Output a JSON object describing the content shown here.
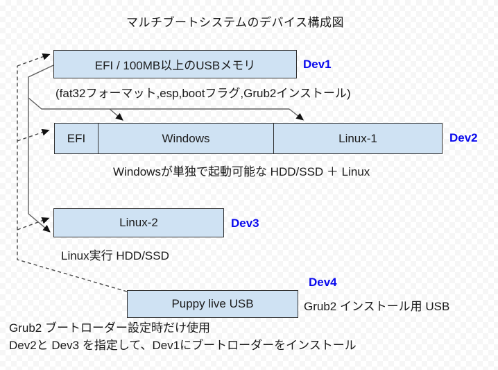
{
  "title": "マルチブートシステムのデバイス構成図",
  "colors": {
    "box_fill": "#cfe2f3",
    "box_border": "#2f2f2f",
    "device_label_blue": "#0909ee",
    "solid_connector": "#606060",
    "dashed_connector": "#474747",
    "background_checker": "#f6f6f6"
  },
  "devices": {
    "dev1": {
      "label": "Dev1",
      "partitions": [
        "EFI / 100MB以上のUSBメモリ"
      ],
      "caption": "(fat32フォーマット,esp,bootフラグ,Grub2インストール)"
    },
    "dev2": {
      "label": "Dev2",
      "partitions": [
        "EFI",
        "Windows",
        "Linux-1"
      ],
      "caption": "Windowsが単独で起動可能な HDD/SSD ＋ Linux"
    },
    "dev3": {
      "label": "Dev3",
      "partitions": [
        "Linux-2"
      ],
      "caption": "Linux実行 HDD/SSD"
    },
    "dev4": {
      "label": "Dev4",
      "partitions": [
        "Puppy live USB"
      ],
      "caption": "Grub2 インストール用 USB"
    }
  },
  "footer": {
    "line1": "Grub2 ブートローダー設定時だけ使用",
    "line2": "Dev2と Dev3 を指定して、Dev1にブートローダーをインストール"
  }
}
